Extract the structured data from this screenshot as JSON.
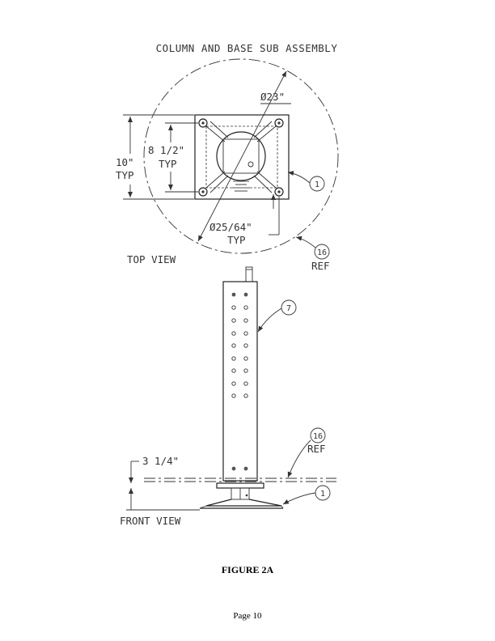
{
  "drawing": {
    "title": "COLUMN AND BASE SUB ASSEMBLY",
    "top_view": {
      "view_label": "TOP VIEW",
      "dim_dia_circle": "Ø23\"",
      "dim_height_outer": "10\"",
      "dim_height_outer_typ": "TYP",
      "dim_height_inner": "8 1/2\"",
      "dim_height_inner_typ": "TYP",
      "dim_hole": "Ø25/64\"",
      "dim_hole_typ": "TYP",
      "callout_plate": "1",
      "callout_outline": "16",
      "callout_outline_ref": "REF"
    },
    "front_view": {
      "view_label": "FRONT VIEW",
      "dim_offset": "3 1/4\"",
      "callout_column": "7",
      "callout_outline": "16",
      "callout_outline_ref": "REF",
      "callout_base": "1"
    }
  },
  "figure_caption": "FIGURE 2A",
  "page_label": "Page 10"
}
